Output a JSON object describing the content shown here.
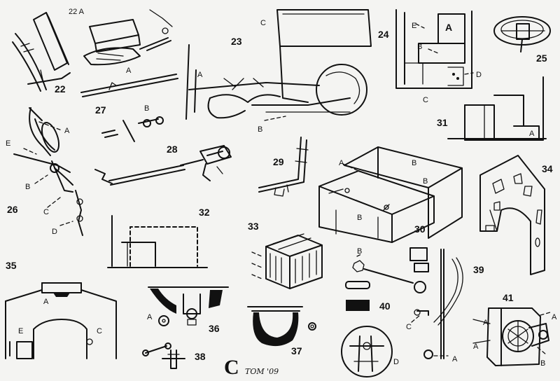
{
  "sheet": {
    "letter": "C",
    "signature": "TOM '09"
  },
  "steps": [
    {
      "number": "22",
      "labels": []
    },
    {
      "number": "22 A",
      "labels": []
    },
    {
      "number": "23",
      "labels": [
        "C",
        "A",
        "B"
      ]
    },
    {
      "number": "24",
      "labels": [
        "E",
        "A",
        "B",
        "D",
        "C"
      ]
    },
    {
      "number": "25",
      "labels": []
    },
    {
      "number": "26",
      "labels": [
        "A",
        "E",
        "B",
        "C",
        "D"
      ]
    },
    {
      "number": "27",
      "labels": [
        "A",
        "B"
      ]
    },
    {
      "number": "28",
      "labels": []
    },
    {
      "number": "29",
      "labels": []
    },
    {
      "number": "30",
      "labels": [
        "A",
        "B",
        "B",
        "B"
      ]
    },
    {
      "number": "31",
      "labels": [
        "A"
      ]
    },
    {
      "number": "32",
      "labels": []
    },
    {
      "number": "33",
      "labels": []
    },
    {
      "number": "34",
      "labels": []
    },
    {
      "number": "35",
      "labels": [
        "A",
        "E",
        "C"
      ]
    },
    {
      "number": "36",
      "labels": [
        "A"
      ]
    },
    {
      "number": "37",
      "labels": []
    },
    {
      "number": "38",
      "labels": []
    },
    {
      "number": "39",
      "labels": [
        "B",
        "C",
        "A"
      ]
    },
    {
      "number": "40",
      "labels": []
    },
    {
      "number": "41",
      "labels": [
        "A",
        "A",
        "B"
      ]
    }
  ],
  "extra_labels": [
    "D"
  ]
}
